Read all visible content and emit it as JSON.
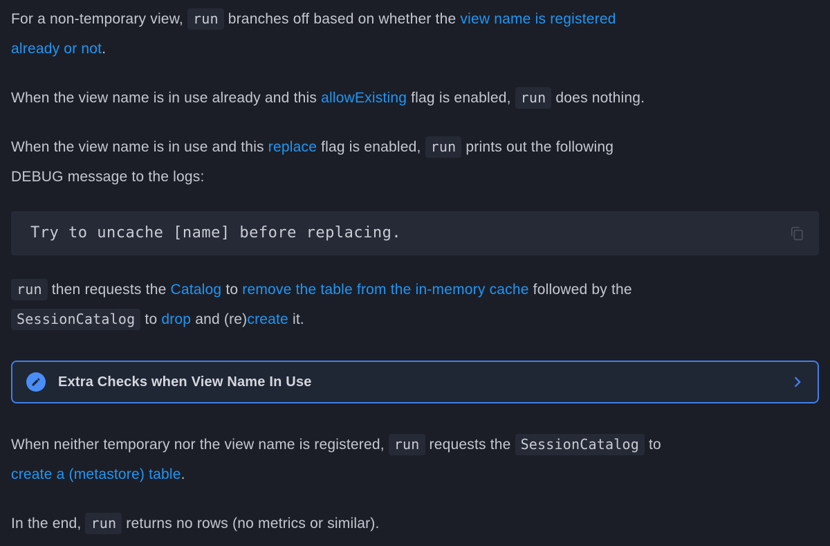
{
  "theme": {
    "page_bg": "#1b1e27",
    "text_color": "#c5c8d0",
    "link_color": "#2196f3",
    "code_bg": "#262a36",
    "code_text": "#c9ccd4",
    "accent_blue": "#4080ea",
    "icon_circle_blue": "#4a8df7",
    "copy_icon_color": "#4a4e59",
    "admonition_bg": "#1f2634",
    "admonition_title_color": "#d4d7de"
  },
  "icons": {
    "copy": "copy-icon",
    "pencil": "pencil-icon",
    "chevron": "chevron-right-icon"
  },
  "content": {
    "paragraphs": {
      "p1": {
        "segments": [
          {
            "type": "text",
            "text": "For a non-temporary view, "
          },
          {
            "type": "code",
            "text": "run"
          },
          {
            "type": "text",
            "text": " branches off based on whether the "
          },
          {
            "type": "link",
            "text": "view name is registered"
          },
          {
            "type": "br"
          },
          {
            "type": "link",
            "text": "already or not"
          },
          {
            "type": "text",
            "text": "."
          }
        ]
      },
      "p2": {
        "segments": [
          {
            "type": "text",
            "text": "When the view name is in use already and this "
          },
          {
            "type": "link",
            "text": "allowExisting"
          },
          {
            "type": "text",
            "text": " flag is enabled, "
          },
          {
            "type": "code",
            "text": "run"
          },
          {
            "type": "text",
            "text": " does nothing."
          }
        ]
      },
      "p3": {
        "segments": [
          {
            "type": "text",
            "text": "When the view name is in use and this "
          },
          {
            "type": "link",
            "text": "replace"
          },
          {
            "type": "text",
            "text": " flag is enabled, "
          },
          {
            "type": "code",
            "text": "run"
          },
          {
            "type": "text",
            "text": " prints out the following"
          },
          {
            "type": "br"
          },
          {
            "type": "text",
            "text": "DEBUG message to the logs:"
          }
        ]
      },
      "p4": {
        "segments": [
          {
            "type": "code",
            "text": "run"
          },
          {
            "type": "text",
            "text": " then requests the "
          },
          {
            "type": "link",
            "text": "Catalog"
          },
          {
            "type": "text",
            "text": " to "
          },
          {
            "type": "link",
            "text": "remove the table from the in-memory cache"
          },
          {
            "type": "text",
            "text": " followed by the"
          },
          {
            "type": "br"
          },
          {
            "type": "code",
            "text": "SessionCatalog"
          },
          {
            "type": "text",
            "text": " to "
          },
          {
            "type": "link",
            "text": "drop"
          },
          {
            "type": "text",
            "text": " and (re)"
          },
          {
            "type": "link",
            "text": "create"
          },
          {
            "type": "text",
            "text": " it."
          }
        ]
      },
      "p5": {
        "segments": [
          {
            "type": "text",
            "text": "When neither temporary nor the view name is registered, "
          },
          {
            "type": "code",
            "text": "run"
          },
          {
            "type": "text",
            "text": " requests the "
          },
          {
            "type": "code",
            "text": "SessionCatalog"
          },
          {
            "type": "text",
            "text": " to"
          },
          {
            "type": "br"
          },
          {
            "type": "link",
            "text": "create a (metastore) table"
          },
          {
            "type": "text",
            "text": "."
          }
        ]
      },
      "p6": {
        "segments": [
          {
            "type": "text",
            "text": "In the end, "
          },
          {
            "type": "code",
            "text": "run"
          },
          {
            "type": "text",
            "text": " returns no rows (no metrics or similar)."
          }
        ]
      }
    },
    "code_block": {
      "text": "Try to uncache [name] before replacing."
    },
    "admonition": {
      "title": "Extra Checks when View Name In Use"
    }
  }
}
